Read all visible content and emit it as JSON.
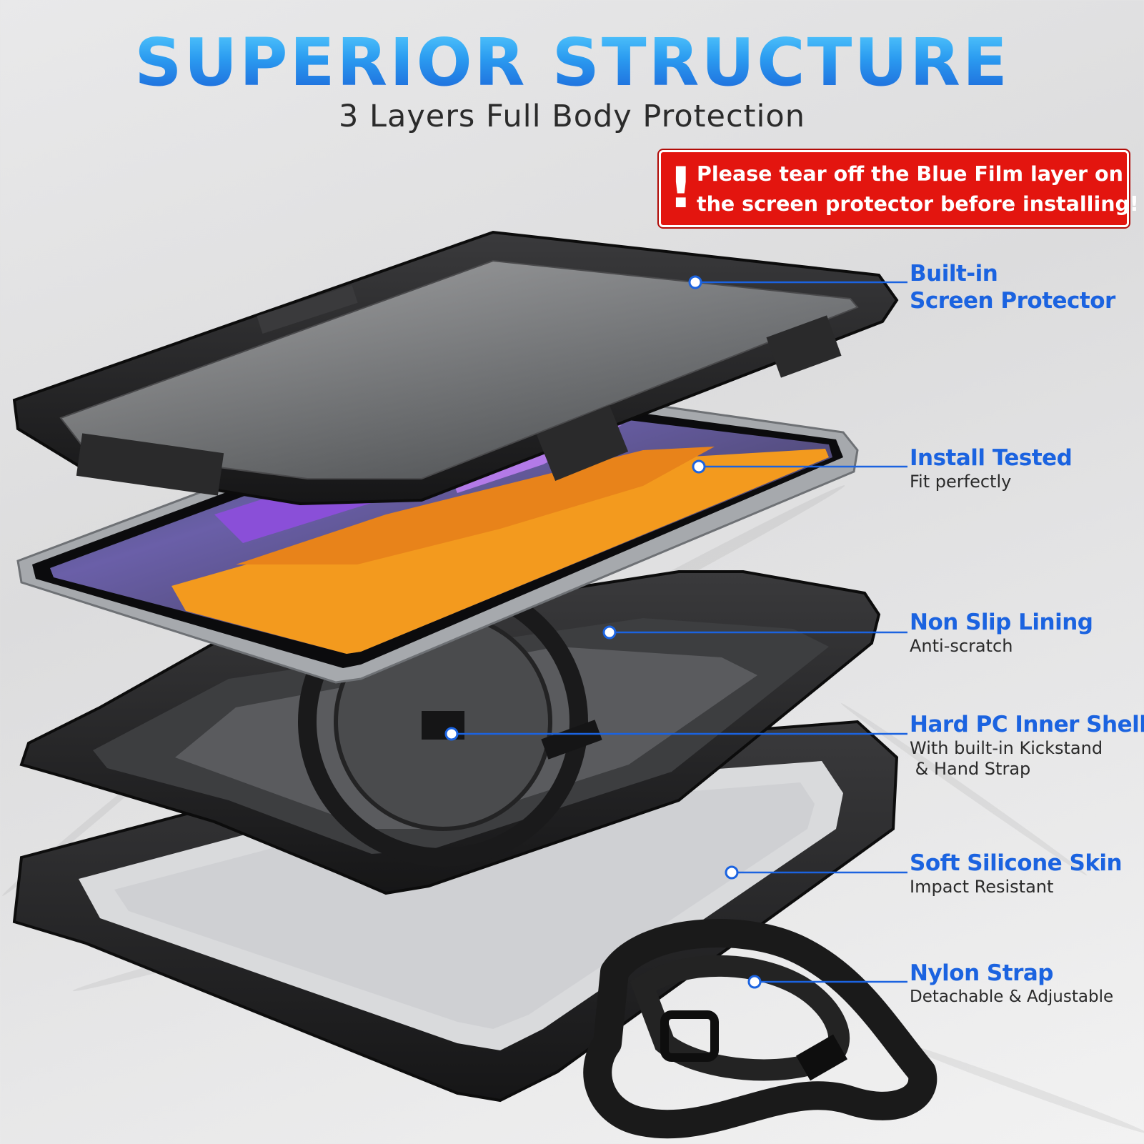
{
  "header": {
    "title": "SUPERIOR STRUCTURE",
    "subtitle": "3 Layers Full Body Protection"
  },
  "warning": {
    "icon": "exclamation-icon",
    "line1": "Please tear off the Blue Film layer on",
    "line2": "the screen protector before installing!"
  },
  "callouts": [
    {
      "title_line1": "Built-in",
      "title_line2": "Screen Protector",
      "desc_line1": "",
      "desc_line2": ""
    },
    {
      "title_line1": "Install Tested",
      "title_line2": "",
      "desc_line1": "Fit perfectly",
      "desc_line2": ""
    },
    {
      "title_line1": "Non Slip Lining",
      "title_line2": "",
      "desc_line1": "Anti-scratch",
      "desc_line2": ""
    },
    {
      "title_line1": "Hard PC Inner Shell",
      "title_line2": "",
      "desc_line1": "With built-in Kickstand",
      "desc_line2": " & Hand Strap"
    },
    {
      "title_line1": "Soft Silicone Skin",
      "title_line2": "",
      "desc_line1": "Impact Resistant",
      "desc_line2": ""
    },
    {
      "title_line1": "Nylon Strap",
      "title_line2": "",
      "desc_line1": "Detachable & Adjustable",
      "desc_line2": ""
    }
  ],
  "colors": {
    "accent_blue": "#1b63e0",
    "warning_red": "#e3150f",
    "wallpaper_orange": "#f39a1e",
    "wallpaper_purple": "#8a4fd8"
  }
}
